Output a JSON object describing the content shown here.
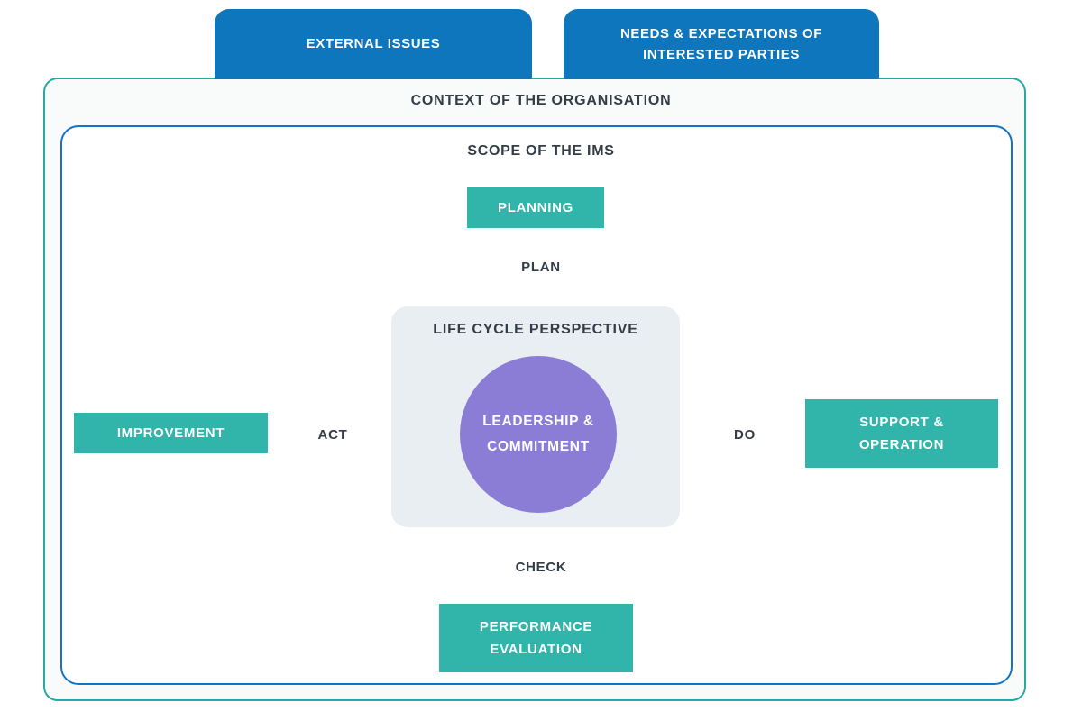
{
  "colors": {
    "tab_blue": "#0d76bc",
    "inner_border_blue": "#1374c6",
    "outer_border_teal": "#27a9a1",
    "teal_box": "#31b5ab",
    "navy_text": "#333d48",
    "panel_bg": "#e9eef2",
    "outer_bg": "#f9fbfa",
    "purple": "#8b7cd6"
  },
  "tabs": [
    {
      "label": "EXTERNAL ISSUES"
    },
    {
      "label": "NEEDS & EXPECTATIONS OF INTERESTED PARTIES"
    }
  ],
  "context": {
    "label": "CONTEXT OF THE ORGANISATION"
  },
  "scope": {
    "label": "SCOPE OF THE IMS"
  },
  "pdca": {
    "plan": {
      "stage_label": "PLAN",
      "box_label": "PLANNING"
    },
    "do": {
      "stage_label": "DO",
      "box_label": "SUPPORT & OPERATION"
    },
    "check": {
      "stage_label": "CHECK",
      "box_label": "PERFORMANCE EVALUATION"
    },
    "act": {
      "stage_label": "ACT",
      "box_label": "IMPROVEMENT"
    }
  },
  "center": {
    "title": "LIFE CYCLE PERSPECTIVE",
    "circle_label": "LEADERSHIP & COMMITMENT"
  }
}
